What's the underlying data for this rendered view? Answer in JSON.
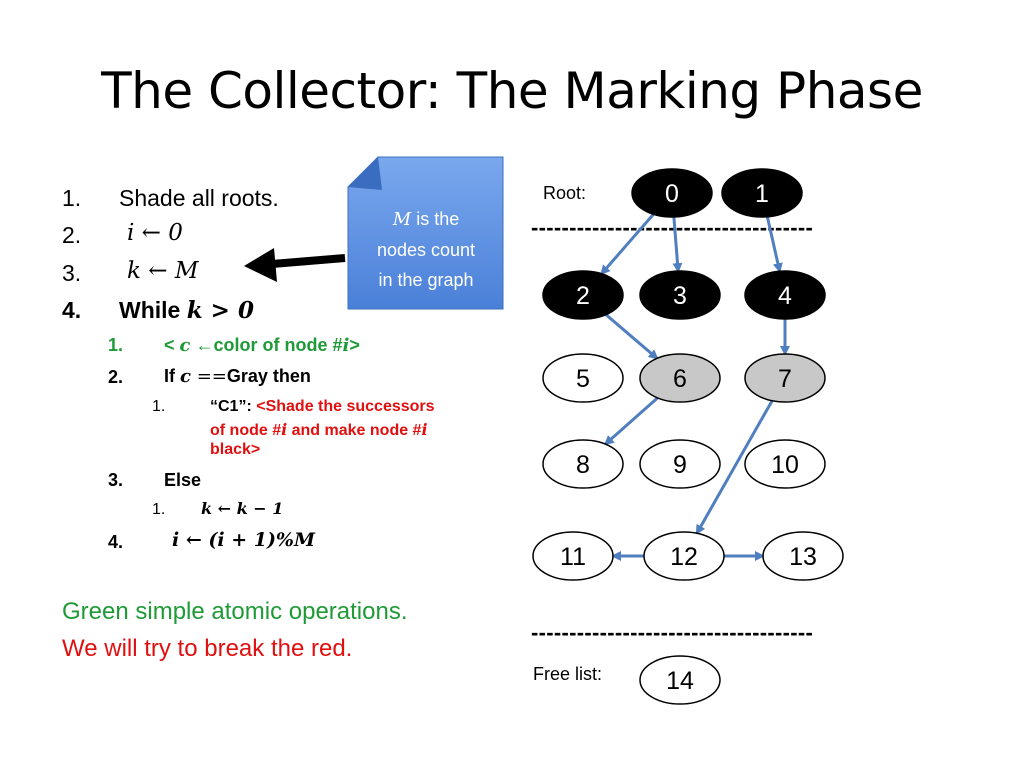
{
  "slide": {
    "title": "The Collector: The Marking Phase"
  },
  "algorithm": {
    "step1": {
      "num": "1.",
      "text": "Shade all roots."
    },
    "step2": {
      "num": "2.",
      "math": "i ← 0"
    },
    "step3": {
      "num": "3.",
      "math": "k ← M"
    },
    "step4": {
      "num": "4.",
      "text": "While",
      "math": "k > 0"
    },
    "sub1": {
      "num": "1.",
      "pre": "< ",
      "var": "c",
      "text": " ←color of node #",
      "var2": "i",
      "post": ">"
    },
    "sub2": {
      "num": "2.",
      "pre": "If ",
      "var": "c",
      "op": " ==",
      "text": "Gray then"
    },
    "sub2_1": {
      "num": "1.",
      "label": "“C1”: ",
      "line1": "<Shade the successors",
      "line2a": "of node #",
      "line2var": "i",
      "line2b": " and make node #",
      "line2var2": "i",
      "line3": "black>"
    },
    "sub3": {
      "num": "3.",
      "text": "Else"
    },
    "sub3_1": {
      "num": "1.",
      "math": "k ← k − 1"
    },
    "sub4": {
      "num": "4.",
      "math": "i ← (i + 1)%M"
    }
  },
  "callout": {
    "var": "M",
    "line1": " is the",
    "line2": "nodes count",
    "line3": "in the graph",
    "color": "#5b8fde"
  },
  "footer": {
    "green": "Green simple atomic operations.",
    "red": "We will try to break the red."
  },
  "graph": {
    "root_label": "Root:",
    "free_list_label": "Free list:",
    "divider": "-------------------------------------",
    "nodes": [
      {
        "id": "0",
        "fill": "black"
      },
      {
        "id": "1",
        "fill": "black"
      },
      {
        "id": "2",
        "fill": "black"
      },
      {
        "id": "3",
        "fill": "black"
      },
      {
        "id": "4",
        "fill": "black"
      },
      {
        "id": "5",
        "fill": "white"
      },
      {
        "id": "6",
        "fill": "gray"
      },
      {
        "id": "7",
        "fill": "gray"
      },
      {
        "id": "8",
        "fill": "white"
      },
      {
        "id": "9",
        "fill": "white"
      },
      {
        "id": "10",
        "fill": "white"
      },
      {
        "id": "11",
        "fill": "white"
      },
      {
        "id": "12",
        "fill": "white"
      },
      {
        "id": "13",
        "fill": "white"
      },
      {
        "id": "14",
        "fill": "white"
      }
    ],
    "edges": [
      {
        "from": "0",
        "to": "2"
      },
      {
        "from": "0",
        "to": "3"
      },
      {
        "from": "1",
        "to": "4"
      },
      {
        "from": "2",
        "to": "6"
      },
      {
        "from": "4",
        "to": "7"
      },
      {
        "from": "6",
        "to": "8"
      },
      {
        "from": "7",
        "to": "12"
      },
      {
        "from": "12",
        "to": "11"
      },
      {
        "from": "12",
        "to": "13"
      }
    ],
    "edge_color": "#4f7fbf"
  }
}
